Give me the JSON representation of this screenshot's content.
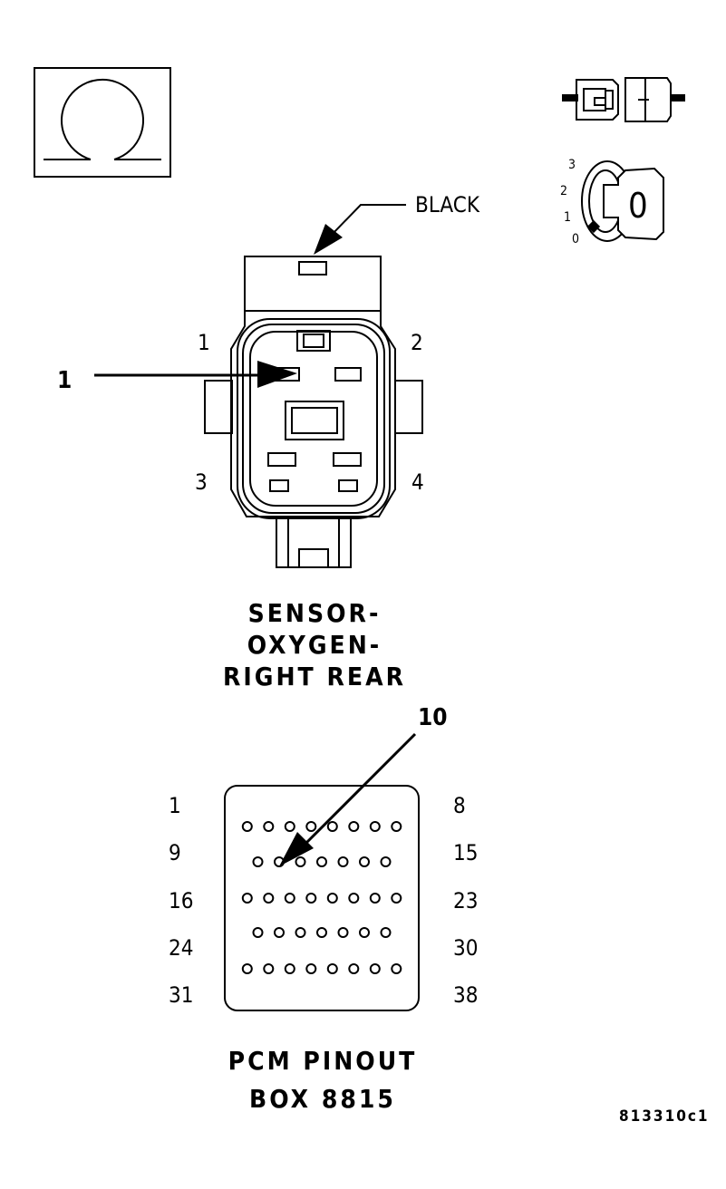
{
  "wire_color_label": "BLACK",
  "connector": {
    "cavities": [
      "1",
      "2",
      "3",
      "4"
    ],
    "callout": "1",
    "title_lines": [
      "SENSOR-",
      "OXYGEN-",
      "RIGHT REAR"
    ]
  },
  "pcm": {
    "callout": "10",
    "rows": [
      {
        "left": "1",
        "right": "8",
        "pins": 8
      },
      {
        "left": "9",
        "right": "15",
        "pins": 7
      },
      {
        "left": "16",
        "right": "23",
        "pins": 8
      },
      {
        "left": "24",
        "right": "30",
        "pins": 7
      },
      {
        "left": "31",
        "right": "38",
        "pins": 8
      }
    ],
    "title_lines": [
      "PCM PINOUT",
      "BOX 8815"
    ]
  },
  "ignition": {
    "positions": [
      "3",
      "2",
      "1",
      "0"
    ],
    "key_glyph": "0"
  },
  "figure_code": "813310c1",
  "icons": {
    "meter": "ohm-symbol-icon",
    "unplugged": "disconnected-connector-icon",
    "switch": "ignition-key-icon"
  }
}
